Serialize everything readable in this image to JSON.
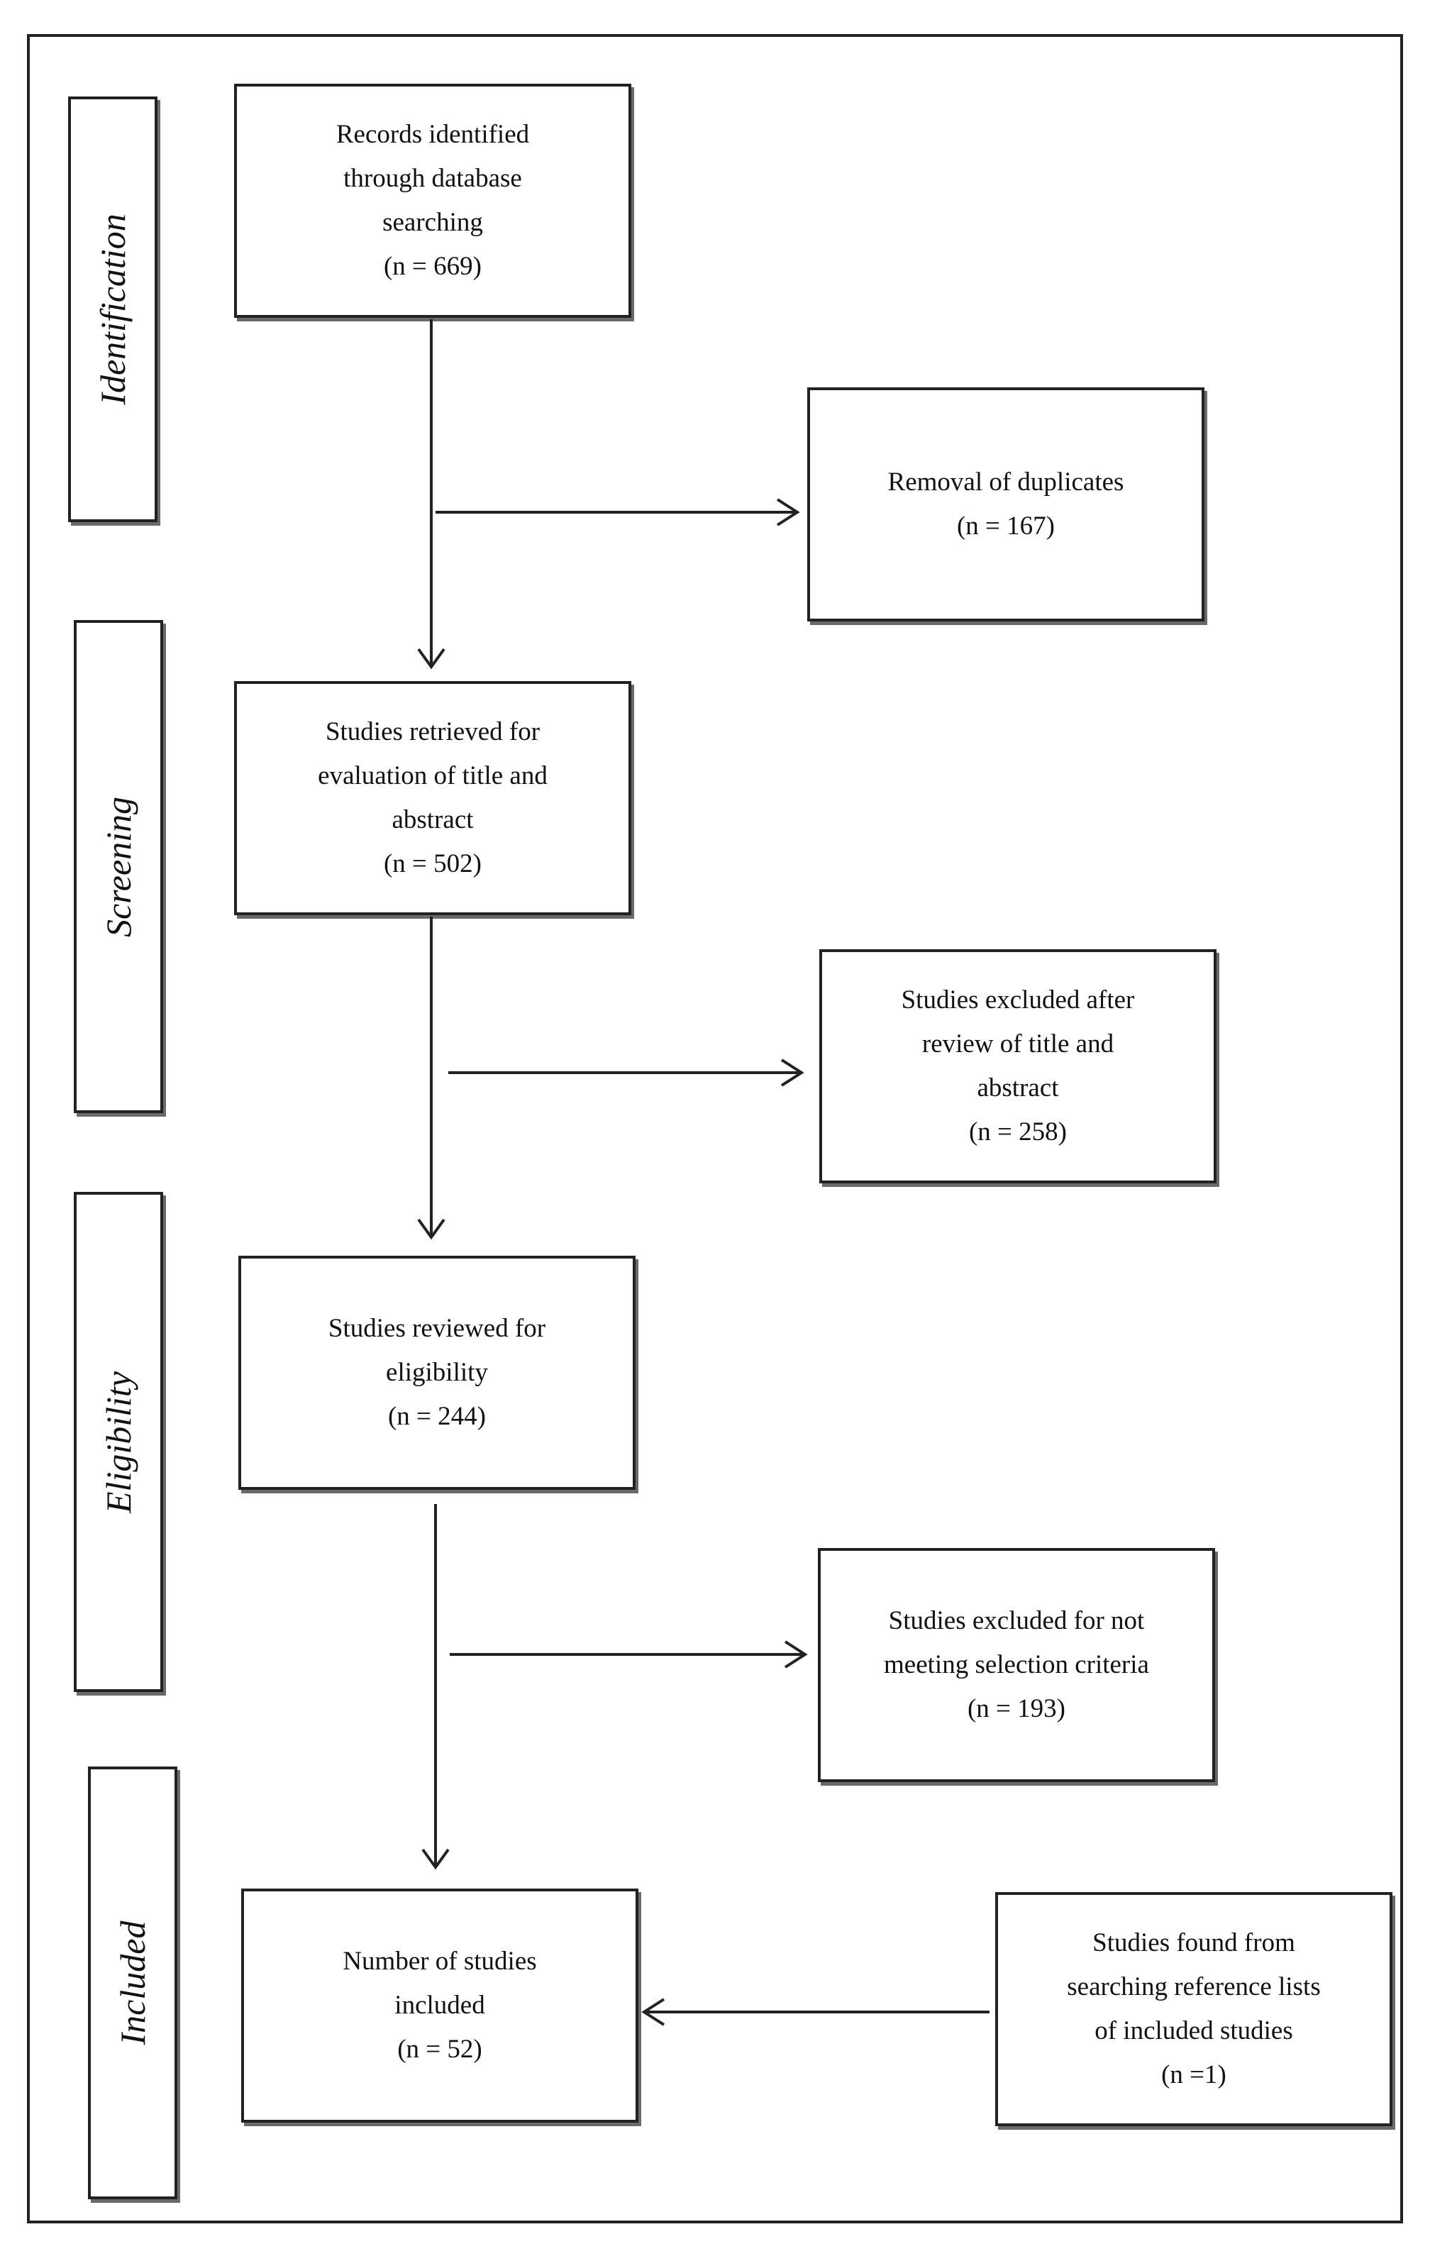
{
  "stages": {
    "identification": "Identification",
    "screening": "Screening",
    "eligibility": "Eligibility",
    "included": "Included"
  },
  "boxes": {
    "identified": {
      "lines": [
        "Records identified",
        "through database",
        "searching"
      ],
      "count": "(n = 669)"
    },
    "duplicates": {
      "lines": [
        "Removal of duplicates"
      ],
      "count": "(n = 167)"
    },
    "screened": {
      "lines": [
        "Studies retrieved for",
        "evaluation of title and",
        "abstract"
      ],
      "count": "(n = 502)"
    },
    "excluded_title": {
      "lines": [
        "Studies excluded after",
        "review of title and",
        "abstract"
      ],
      "count": "(n = 258)"
    },
    "eligibility": {
      "lines": [
        "Studies reviewed for",
        "eligibility"
      ],
      "count": "(n = 244)"
    },
    "excluded_criteria": {
      "lines": [
        "Studies excluded for not",
        "meeting selection criteria"
      ],
      "count": "(n = 193)"
    },
    "included": {
      "lines": [
        "Number of studies",
        "included"
      ],
      "count": "(n = 52)"
    },
    "reference_lists": {
      "lines": [
        "Studies found from",
        "searching reference lists",
        "of included studies"
      ],
      "count": "(n =1)"
    }
  }
}
